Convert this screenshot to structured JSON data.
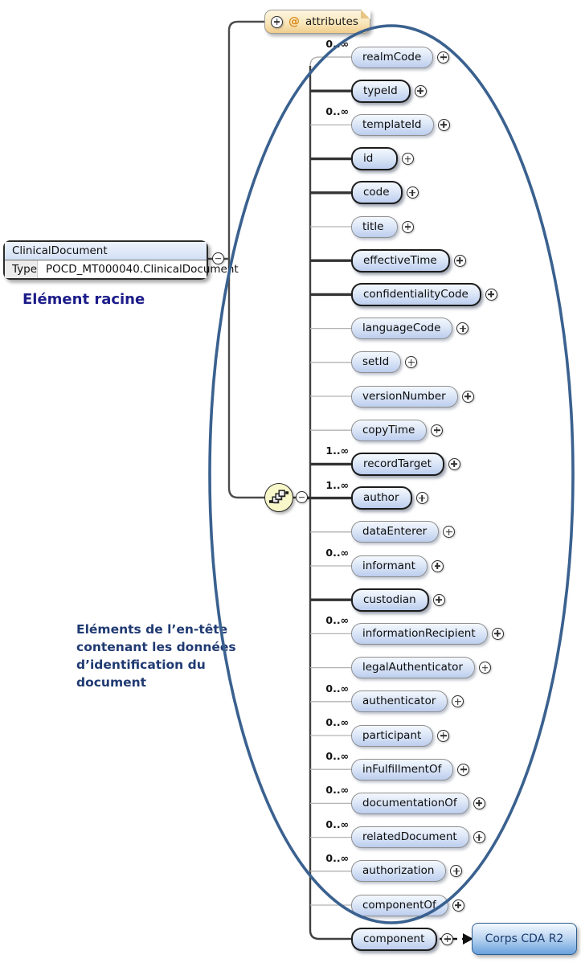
{
  "attributes_box": {
    "at_symbol": "@",
    "label": "attributes",
    "expand_icon": "plus"
  },
  "root_element": {
    "name": "ClinicalDocument",
    "type_label": "Type",
    "type_value": "POCD_MT000040.ClinicalDocument",
    "collapse_icon": "minus"
  },
  "compositor": {
    "type": "sequence",
    "collapse_icon": "minus"
  },
  "annotations": {
    "root_caption": "Elément racine",
    "header_caption": "Eléments de l’en-tête\ncontenant les données\nd’identification du\ndocument"
  },
  "child_elements": [
    {
      "name": "realmCode",
      "cardinality": "0..∞",
      "required": false
    },
    {
      "name": "typeId",
      "cardinality": "",
      "required": true
    },
    {
      "name": "templateId",
      "cardinality": "0..∞",
      "required": false
    },
    {
      "name": "id",
      "cardinality": "",
      "required": true
    },
    {
      "name": "code",
      "cardinality": "",
      "required": true
    },
    {
      "name": "title",
      "cardinality": "",
      "required": false
    },
    {
      "name": "effectiveTime",
      "cardinality": "",
      "required": true
    },
    {
      "name": "confidentialityCode",
      "cardinality": "",
      "required": true
    },
    {
      "name": "languageCode",
      "cardinality": "",
      "required": false
    },
    {
      "name": "setId",
      "cardinality": "",
      "required": false
    },
    {
      "name": "versionNumber",
      "cardinality": "",
      "required": false
    },
    {
      "name": "copyTime",
      "cardinality": "",
      "required": false
    },
    {
      "name": "recordTarget",
      "cardinality": "1..∞",
      "required": true
    },
    {
      "name": "author",
      "cardinality": "1..∞",
      "required": true
    },
    {
      "name": "dataEnterer",
      "cardinality": "",
      "required": false
    },
    {
      "name": "informant",
      "cardinality": "0..∞",
      "required": false
    },
    {
      "name": "custodian",
      "cardinality": "",
      "required": true
    },
    {
      "name": "informationRecipient",
      "cardinality": "0..∞",
      "required": false
    },
    {
      "name": "legalAuthenticator",
      "cardinality": "",
      "required": false
    },
    {
      "name": "authenticator",
      "cardinality": "0..∞",
      "required": false
    },
    {
      "name": "participant",
      "cardinality": "0..∞",
      "required": false
    },
    {
      "name": "inFulfillmentOf",
      "cardinality": "0..∞",
      "required": false
    },
    {
      "name": "documentationOf",
      "cardinality": "0..∞",
      "required": false
    },
    {
      "name": "relatedDocument",
      "cardinality": "0..∞",
      "required": false
    },
    {
      "name": "authorization",
      "cardinality": "0..∞",
      "required": false
    },
    {
      "name": "componentOf",
      "cardinality": "",
      "required": false
    },
    {
      "name": "component",
      "cardinality": "",
      "required": true
    }
  ],
  "body_link": {
    "label": "Corps CDA R2",
    "connector": "dashed-arrow"
  },
  "colors": {
    "ellipse_stroke": "#3a618f",
    "required_border": "#1c1c1c",
    "optional_border": "#8f8f8f",
    "element_fill_top": "#f4f8fe",
    "element_fill_bottom": "#bccdee",
    "attributes_fill": "#f0cd8c",
    "at_symbol": "#d98a1a",
    "root_caption_text": "#1c1c8a",
    "header_caption_text": "#203a72",
    "body_fill_bottom": "#69a1dc"
  }
}
